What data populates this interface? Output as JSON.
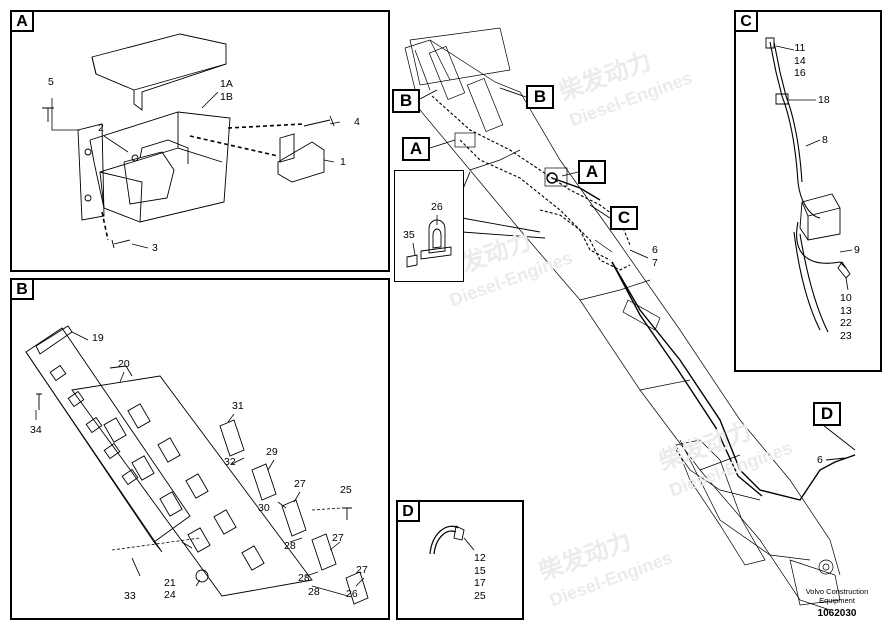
{
  "panels": {
    "a": {
      "tag": "A",
      "labels": {
        "n5": "5",
        "n4": "4",
        "n2": "2",
        "n1": "1",
        "n3": "3",
        "ab1": "1A",
        "ab2": "1B"
      }
    },
    "b": {
      "tag": "B",
      "labels": {
        "n19": "19",
        "n20": "20",
        "n34": "34",
        "n31": "31",
        "n32": "32",
        "n29": "29",
        "n27a": "27",
        "n25": "25",
        "n30": "30",
        "n28a": "28",
        "n27b": "27",
        "n28b": "28",
        "n27c": "27",
        "n28c": "28",
        "n26": "26",
        "n21": "21",
        "n24": "24",
        "n33": "33"
      }
    },
    "c": {
      "tag": "C",
      "labels": {
        "top": [
          "11",
          "14",
          "16"
        ],
        "n18": "18",
        "n8": "8",
        "n9": "9",
        "bottom": [
          "10",
          "13",
          "22",
          "23"
        ]
      }
    },
    "d": {
      "tag": "D",
      "labels": [
        "12",
        "15",
        "17",
        "25"
      ]
    },
    "detail": {
      "n26": "26",
      "n35": "35"
    }
  },
  "callouts": {
    "b1": "B",
    "b2": "B",
    "a1": "A",
    "a2": "A",
    "c1": "C",
    "d1": "D"
  },
  "main_labels": {
    "n6_top": "6",
    "n7": "7",
    "n6_hose": "6"
  },
  "watermark": {
    "brand": "柴发动力",
    "sub": "Diesel-Engines"
  },
  "footer": {
    "company": "Volvo Construction",
    "dept": "Equipment",
    "drawing_id": "1062030"
  }
}
